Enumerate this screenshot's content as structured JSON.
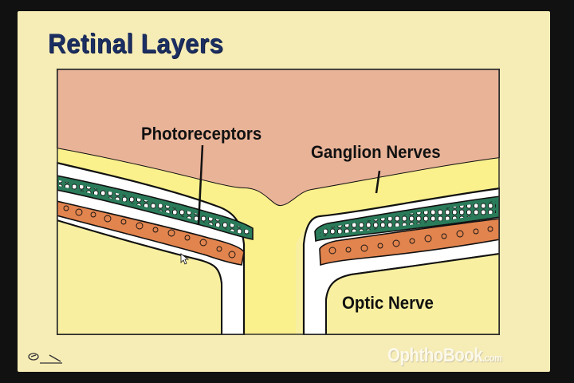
{
  "slide": {
    "title": "Retinal Layers",
    "labels": {
      "photoreceptors": "Photoreceptors",
      "ganglion": "Ganglion Nerves",
      "optic": "Optic Nerve"
    },
    "brand": {
      "name": "OphthoBook",
      "suffix": ".com"
    },
    "icons": {
      "corner": "pen-note-icon",
      "cursor": "cursor-arrow-icon"
    },
    "colors": {
      "choroid": "#e9b398",
      "vitreous": "#faf08c",
      "ganglion_layer": "#2a7b5a",
      "photoreceptor_layer": "#e2844e",
      "outline": "#111111",
      "title": "#1c2f63"
    }
  }
}
